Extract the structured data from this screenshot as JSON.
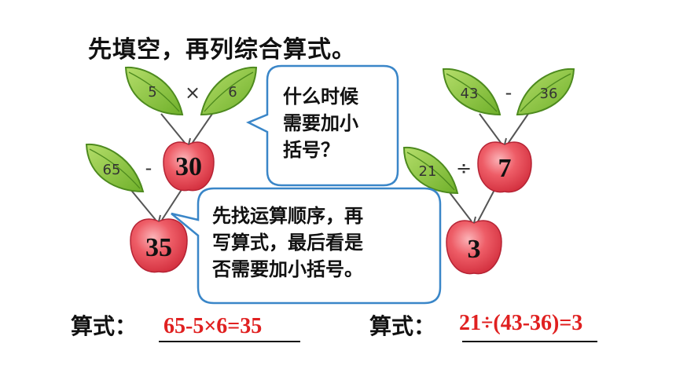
{
  "title": "先填空，再列综合算式。",
  "left_tree": {
    "leaf_a": "5",
    "op_top": "×",
    "leaf_b": "6",
    "leaf_c": "65",
    "op_mid": "-",
    "apple_mid": "30",
    "apple_bottom": "35"
  },
  "right_tree": {
    "leaf_a": "43",
    "op_top": "-",
    "leaf_b": "36",
    "leaf_c": "21",
    "op_mid": "÷",
    "apple_mid": "7",
    "apple_bottom": "3"
  },
  "bubble_top": {
    "lines": [
      "什么时候",
      "需要加小",
      "括号？"
    ]
  },
  "bubble_bottom": {
    "lines": [
      "先找运算顺序，再",
      "写算式，最后看是",
      "否需要加小括号。"
    ]
  },
  "formula_left": {
    "label": "算式：",
    "answer": "65-5×6=35"
  },
  "formula_right": {
    "label": "算式：",
    "answer": "21÷(43-36)=3"
  },
  "colors": {
    "leaf_fill": "#8cc63f",
    "leaf_edge": "#4d8a1e",
    "apple_fill": "#e8434f",
    "apple_highlight": "#f7a5ab",
    "bubble_border": "#3a86c8",
    "answer": "#e02020"
  }
}
